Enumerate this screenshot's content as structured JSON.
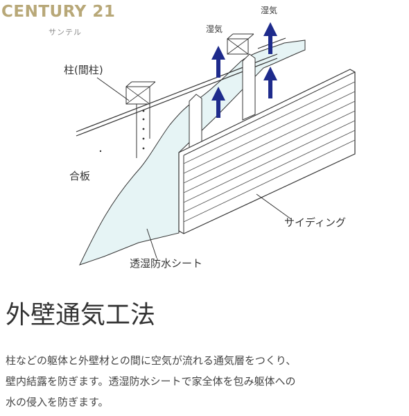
{
  "logo": {
    "brand": "CENTURY 21",
    "sub": "サンテル",
    "color": "#b8a878"
  },
  "diagram": {
    "labels": {
      "pillar": "柱(間柱)",
      "plywood": "合板",
      "sheet": "透湿防水シート",
      "siding": "サイディング",
      "moisture_left": "湿気",
      "moisture_right": "湿気"
    },
    "colors": {
      "sheet_fill": "#e6f4f5",
      "arrow": "#1e2b8c",
      "line": "#333333"
    }
  },
  "title": "外壁通気工法",
  "description": {
    "line1": "柱などの躯体と外壁材との間に空気が流れる通気層をつくり、",
    "line2": "壁内結露を防ぎます。透湿防水シートで家全体を包み躯体への",
    "line3": "水の侵入を防ぎます。"
  }
}
